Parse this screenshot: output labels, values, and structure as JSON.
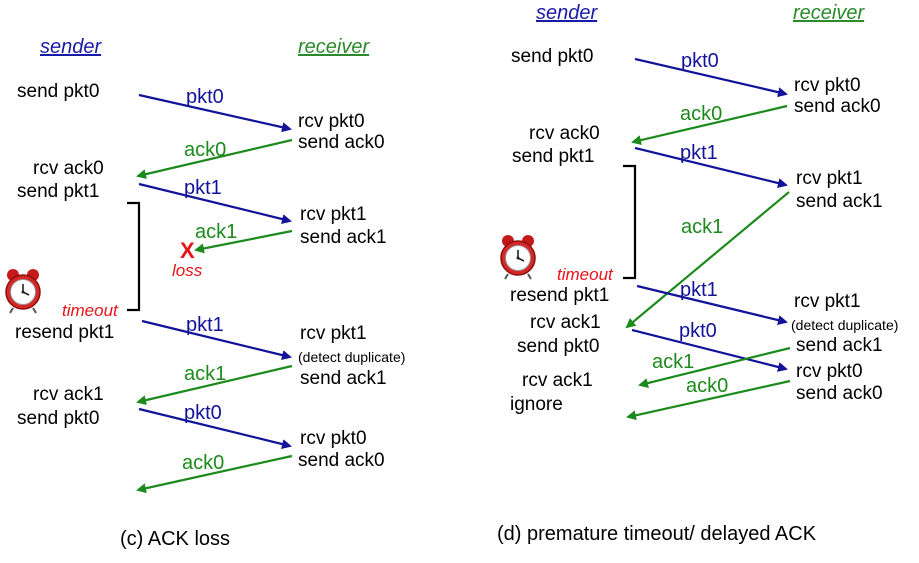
{
  "colors": {
    "blue": "#13139a",
    "green": "#1c8a1c",
    "red": "#e8141b",
    "header_blue": "#1a1aa8",
    "header_green": "#2b8a2b"
  },
  "panel_c": {
    "sender_header": "sender",
    "receiver_header": "receiver",
    "s1": "send pkt0",
    "s2a": "rcv ack0",
    "s2b": "send pkt1",
    "timeout": "timeout",
    "s3": "resend pkt1",
    "s4a": "rcv ack1",
    "s4b": "send pkt0",
    "r1a": "rcv pkt0",
    "r1b": "send ack0",
    "r2a": "rcv pkt1",
    "r2b": "send ack1",
    "r3a": "rcv pkt1",
    "r3b": "(detect duplicate)",
    "r3c": "send ack1",
    "r4a": "rcv pkt0",
    "r4b": "send ack0",
    "m_pkt0_1": "pkt0",
    "m_ack0_1": "ack0",
    "m_pkt1_1": "pkt1",
    "m_ack1_lost": "ack1",
    "loss_mark": "X",
    "loss": "loss",
    "m_pkt1_2": "pkt1",
    "m_ack1_2": "ack1",
    "m_pkt0_2": "pkt0",
    "m_ack0_2": "ack0",
    "caption": "(c) ACK loss"
  },
  "panel_d": {
    "sender_header": "sender",
    "receiver_header": "receiver",
    "s1": "send pkt0",
    "s2a": "rcv ack0",
    "s2b": "send pkt1",
    "timeout": "timeout",
    "s3": "resend pkt1",
    "s4a": "rcv ack1",
    "s4b": "send pkt0",
    "s5a": "rcv ack1",
    "s5b": "ignore",
    "r1a": "rcv pkt0",
    "r1b": "send ack0",
    "r2a": "rcv pkt1",
    "r2b": "send ack1",
    "r3a": "rcv pkt1",
    "r3b": "(detect duplicate)",
    "r3c": "send ack1",
    "r4a": "rcv pkt0",
    "r4b": "send ack0",
    "m_pkt0_1": "pkt0",
    "m_ack0_1": "ack0",
    "m_pkt1_1": "pkt1",
    "m_ack1_1": "ack1",
    "m_pkt1_2": "pkt1",
    "m_pkt0_2": "pkt0",
    "m_ack1_2": "ack1",
    "m_ack0_2": "ack0",
    "caption": "(d) premature timeout/ delayed ACK"
  }
}
